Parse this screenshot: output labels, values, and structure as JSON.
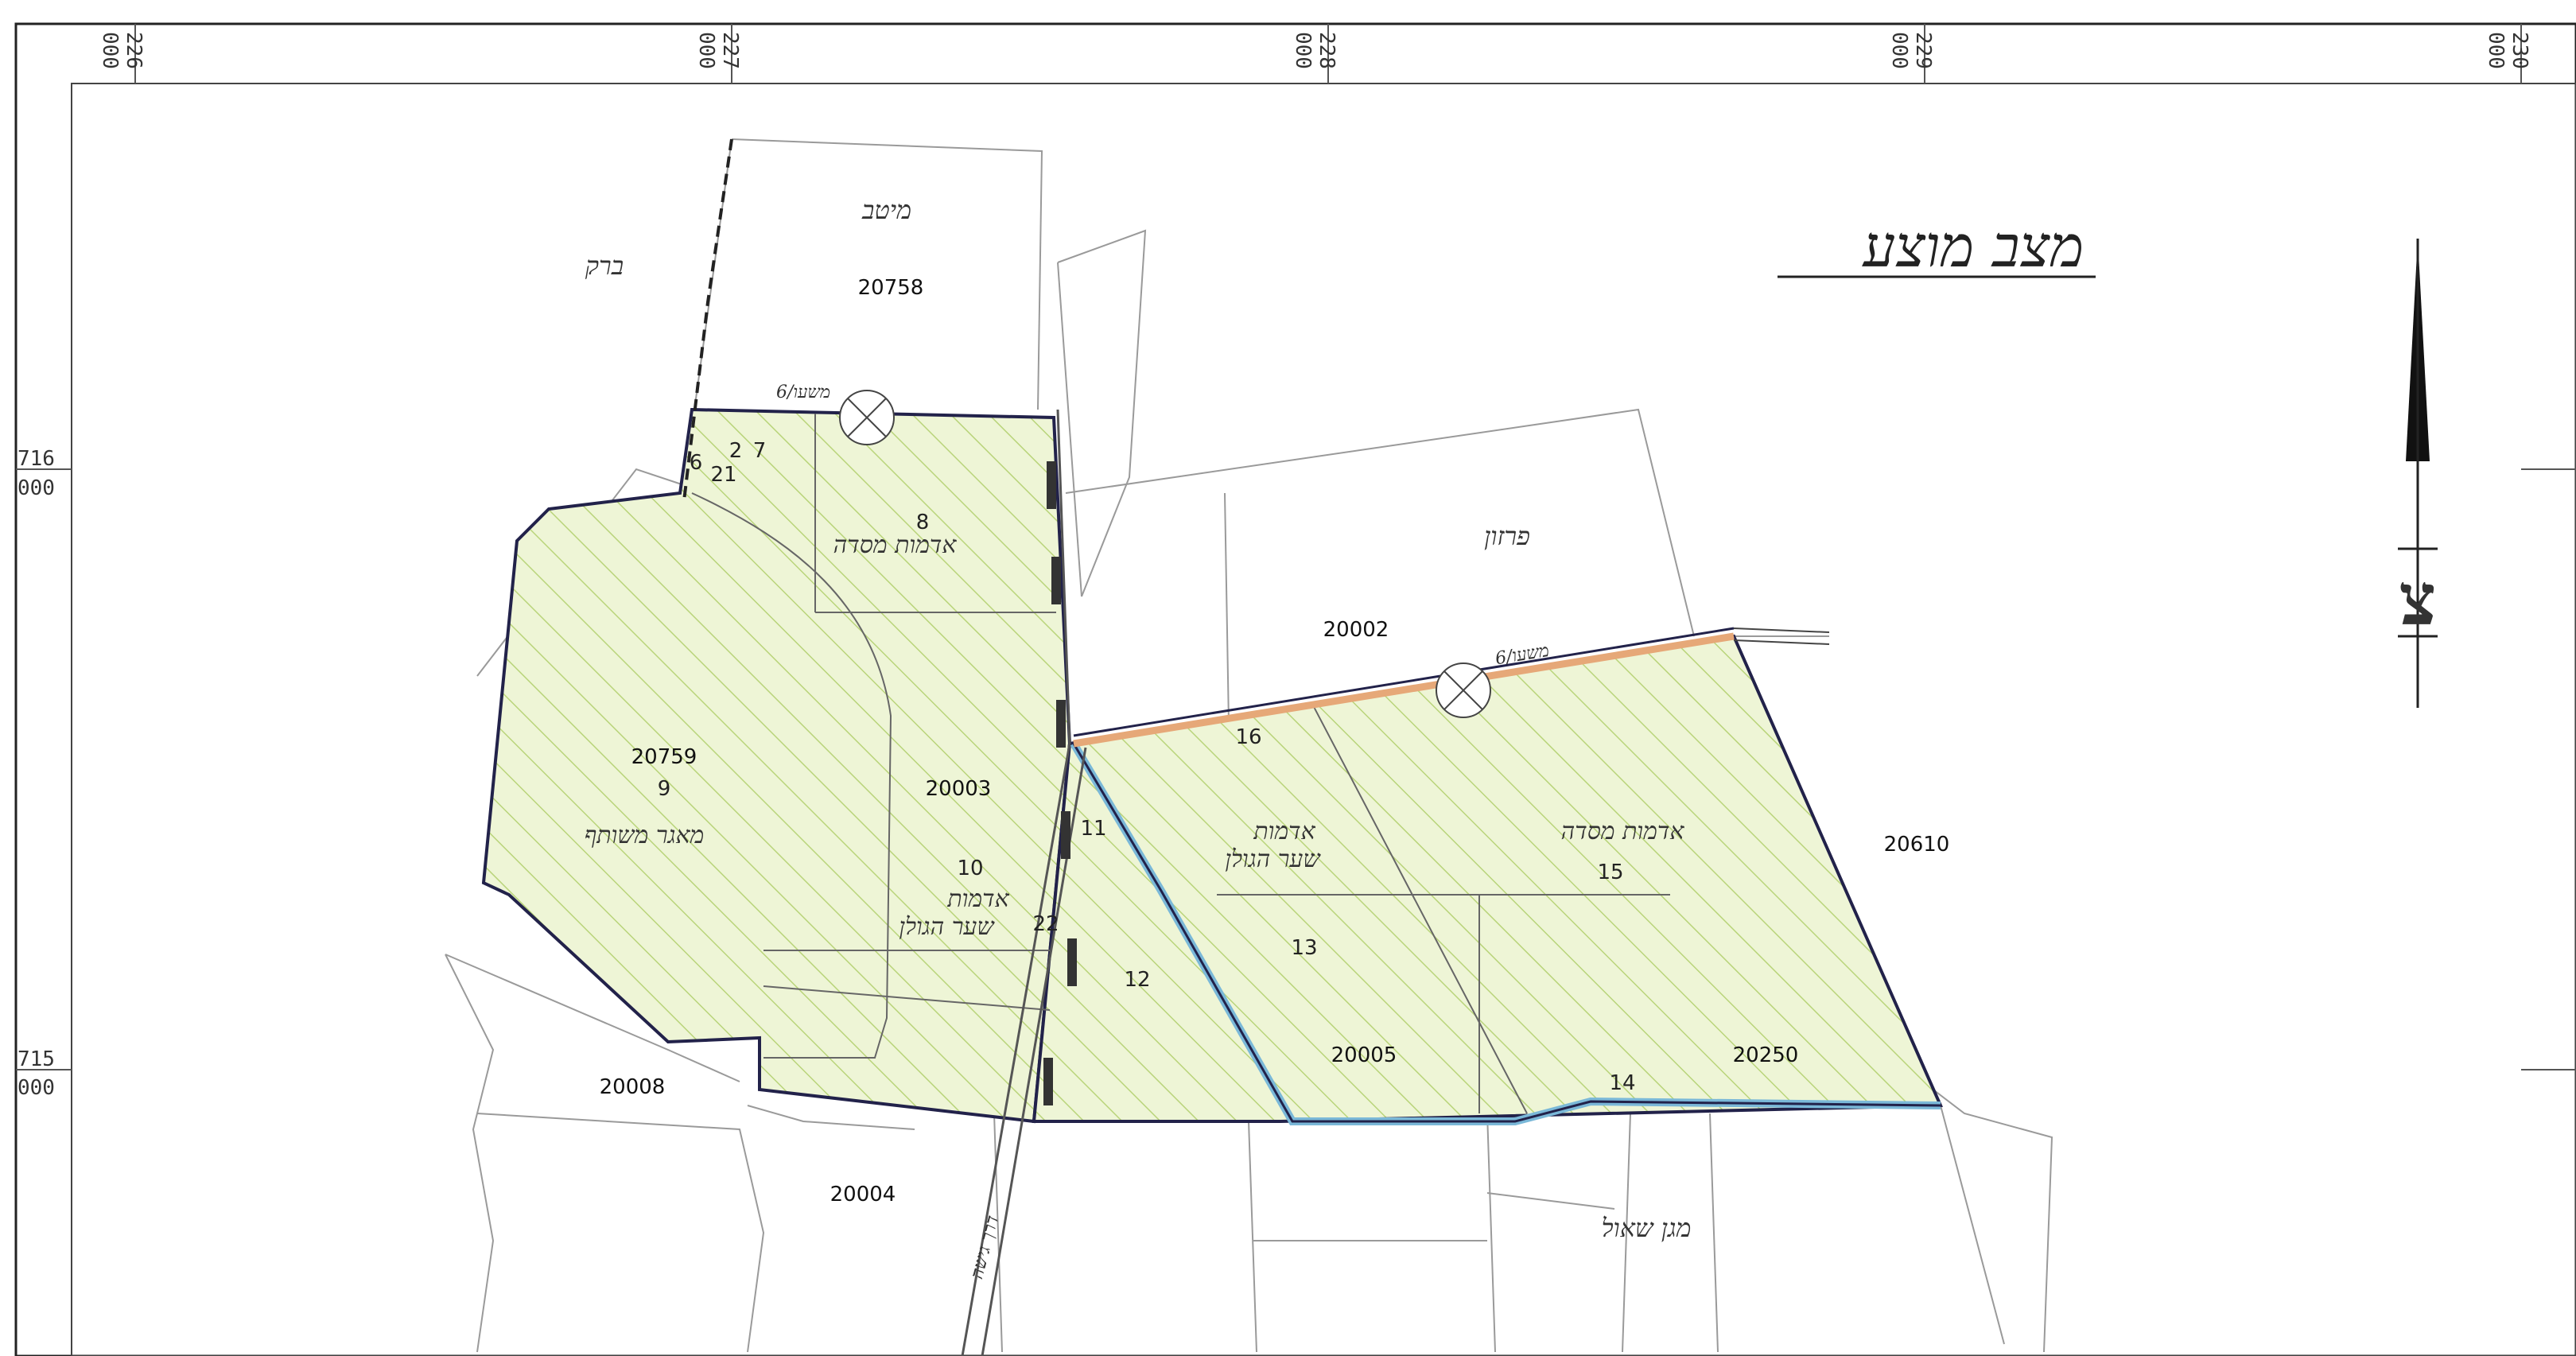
{
  "map": {
    "title": "מצב מוצע",
    "north_symbol": "צ",
    "grid": {
      "top_labels": [
        {
          "value": "226",
          "sub": "000"
        },
        {
          "value": "227",
          "sub": "000"
        },
        {
          "value": "228",
          "sub": "000"
        },
        {
          "value": "229",
          "sub": "000"
        },
        {
          "value": "230",
          "sub": "000"
        }
      ],
      "left_labels": [
        {
          "value": "716",
          "sub": "000"
        },
        {
          "value": "715",
          "sub": "000"
        }
      ]
    },
    "place_names": {
      "barak": "ברק",
      "meitav": "מיטב",
      "prazon": "פרזון",
      "mogen_shaul": "מגן שאול",
      "hishuv_road": "משעו/6",
      "hishuv_road2": "משעו/6",
      "kvish": "דרך גישה"
    },
    "zones": {
      "admot_maccabi_top": "אדמות מסדה",
      "admot_maccabi_right": "אדמות מסדה",
      "maagar_meshutaf": "מאגר משותף",
      "admot_shaar_hagolan_left_1": "אדמות",
      "admot_shaar_hagolan_left_2": "שער הגולן",
      "admot_shaar_hagolan_mid_1": "אדמות",
      "admot_shaar_hagolan_mid_2": "שער הגולן"
    },
    "blocks": {
      "b20758": "20758",
      "b20759": "20759",
      "b20003": "20003",
      "b20002": "20002",
      "b20610": "20610",
      "b20005": "20005",
      "b20250": "20250",
      "b20008": "20008",
      "b20004": "20004"
    },
    "parcels": {
      "p8": "8",
      "p7": "7",
      "p21": "21",
      "p6": "6",
      "p9": "9",
      "p10": "10",
      "p22": "22",
      "p11": "11",
      "p12": "12",
      "p16": "16",
      "p13": "13",
      "p15": "15",
      "p14": "14",
      "p2": "2"
    },
    "colors": {
      "hatch": "#b9d47a",
      "fill": "#eef5d6",
      "boundary": "#22224a",
      "river": "#7ab8d8",
      "road": "#e6a878",
      "line": "#999999"
    }
  }
}
